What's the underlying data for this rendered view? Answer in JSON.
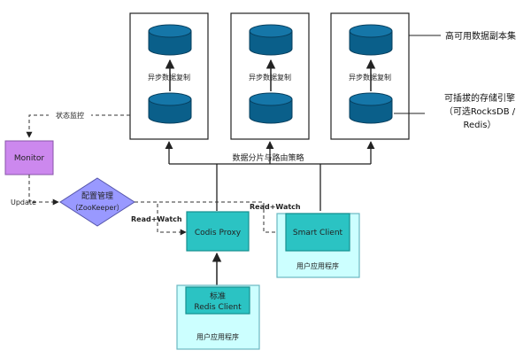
{
  "replica_set_label": "高可用数据副本集",
  "storage_engine_label": [
    "可插拔的存储引擎",
    "（可选RocksDB /",
    "Redis）"
  ],
  "replication_label": "异步数据复制",
  "sharding_label": "数据分片与路由策略",
  "status_monitor_label": "状态监控",
  "monitor": "Monitor",
  "update_label": "Update",
  "config_mgmt": [
    "配置管理",
    "（ZooKeeper）"
  ],
  "read_watch_label": "Read+Watch",
  "codis_proxy": "Codis Proxy",
  "smart_client": "Smart Client",
  "user_app": "用户应用程序",
  "std_client": [
    "标准",
    "Redis Client"
  ],
  "colors": {
    "db_fill": "#0a5f8a",
    "db_stroke": "#073f5e",
    "proxy_fill": "#2bc3c3",
    "proxy_stroke": "#168f8f",
    "app_fill": "#ccffff",
    "app_stroke": "#6ab8c2",
    "monitor_fill": "#cc88ee",
    "zk_fill": "#9999ff"
  }
}
